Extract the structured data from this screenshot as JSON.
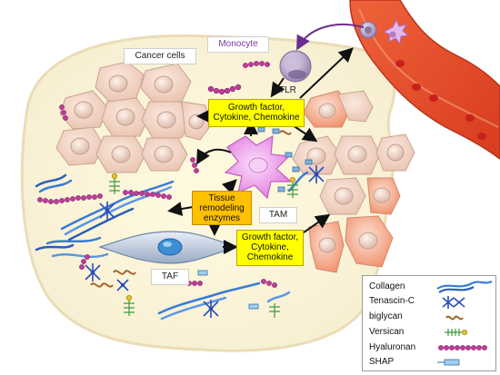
{
  "labels": {
    "cancer_cells": "Cancer cells",
    "monocyte": "Monocyte",
    "tlr": "TLR",
    "tam": "TAM",
    "taf": "TAF"
  },
  "boxes": {
    "growth_factor_top": [
      "Growth factor,",
      "Cytokine, Chemokine"
    ],
    "tissue_remodeling": [
      "Tissue",
      "remodeling",
      "enzymes"
    ],
    "growth_factor_bottom": [
      "Growth factor,",
      "Cytokine,",
      "Chemokine"
    ]
  },
  "legend": {
    "items": [
      "Collagen",
      "Tenascin-C",
      "biglycan",
      "Versican",
      "Hyaluronan",
      "SHAP"
    ]
  },
  "colors": {
    "stroma": "#fbf6dc",
    "stroma_border": "#e9d9b4",
    "cancer_cell": "#f0d6c9",
    "tam_cell": "#f3a6f1",
    "monocyte": "#b9a6c9",
    "vessel": "#e8502a",
    "collagen": "#3a7bd5",
    "tenascin": "#2a4dbf",
    "hyaluronan": "#c03c9c",
    "monocyte_label": "#7a3aa0"
  }
}
